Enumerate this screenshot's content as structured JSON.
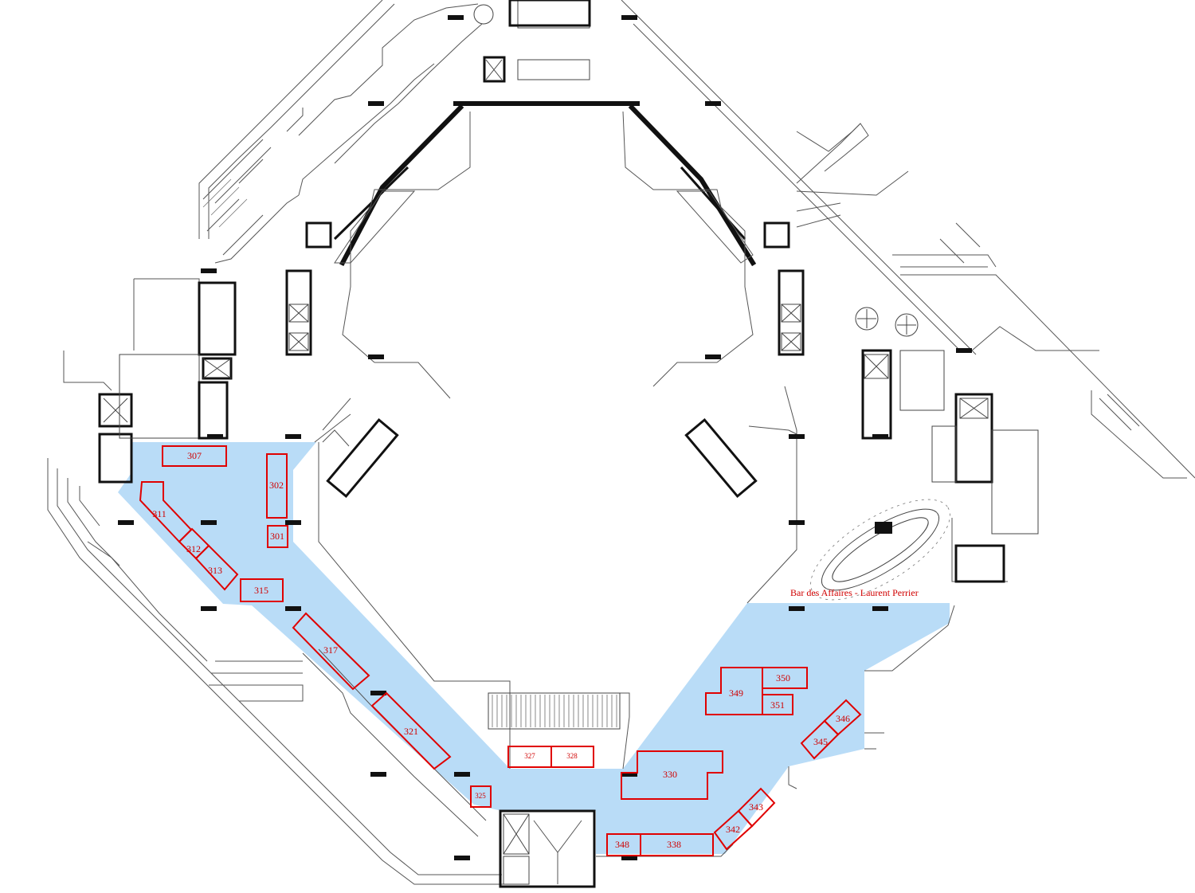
{
  "floorplan": {
    "highlight_color": "#b9dcf7",
    "booth_color": "#e00000",
    "venue_label": "Bar des Affaires - Laurent Perrier",
    "booths": [
      {
        "id": "307"
      },
      {
        "id": "302"
      },
      {
        "id": "301"
      },
      {
        "id": "311"
      },
      {
        "id": "312"
      },
      {
        "id": "313"
      },
      {
        "id": "315"
      },
      {
        "id": "317"
      },
      {
        "id": "321"
      },
      {
        "id": "325"
      },
      {
        "id": "327"
      },
      {
        "id": "328"
      },
      {
        "id": "330"
      },
      {
        "id": "348"
      },
      {
        "id": "338"
      },
      {
        "id": "342"
      },
      {
        "id": "343"
      },
      {
        "id": "345"
      },
      {
        "id": "346"
      },
      {
        "id": "349"
      },
      {
        "id": "350"
      },
      {
        "id": "351"
      }
    ]
  }
}
